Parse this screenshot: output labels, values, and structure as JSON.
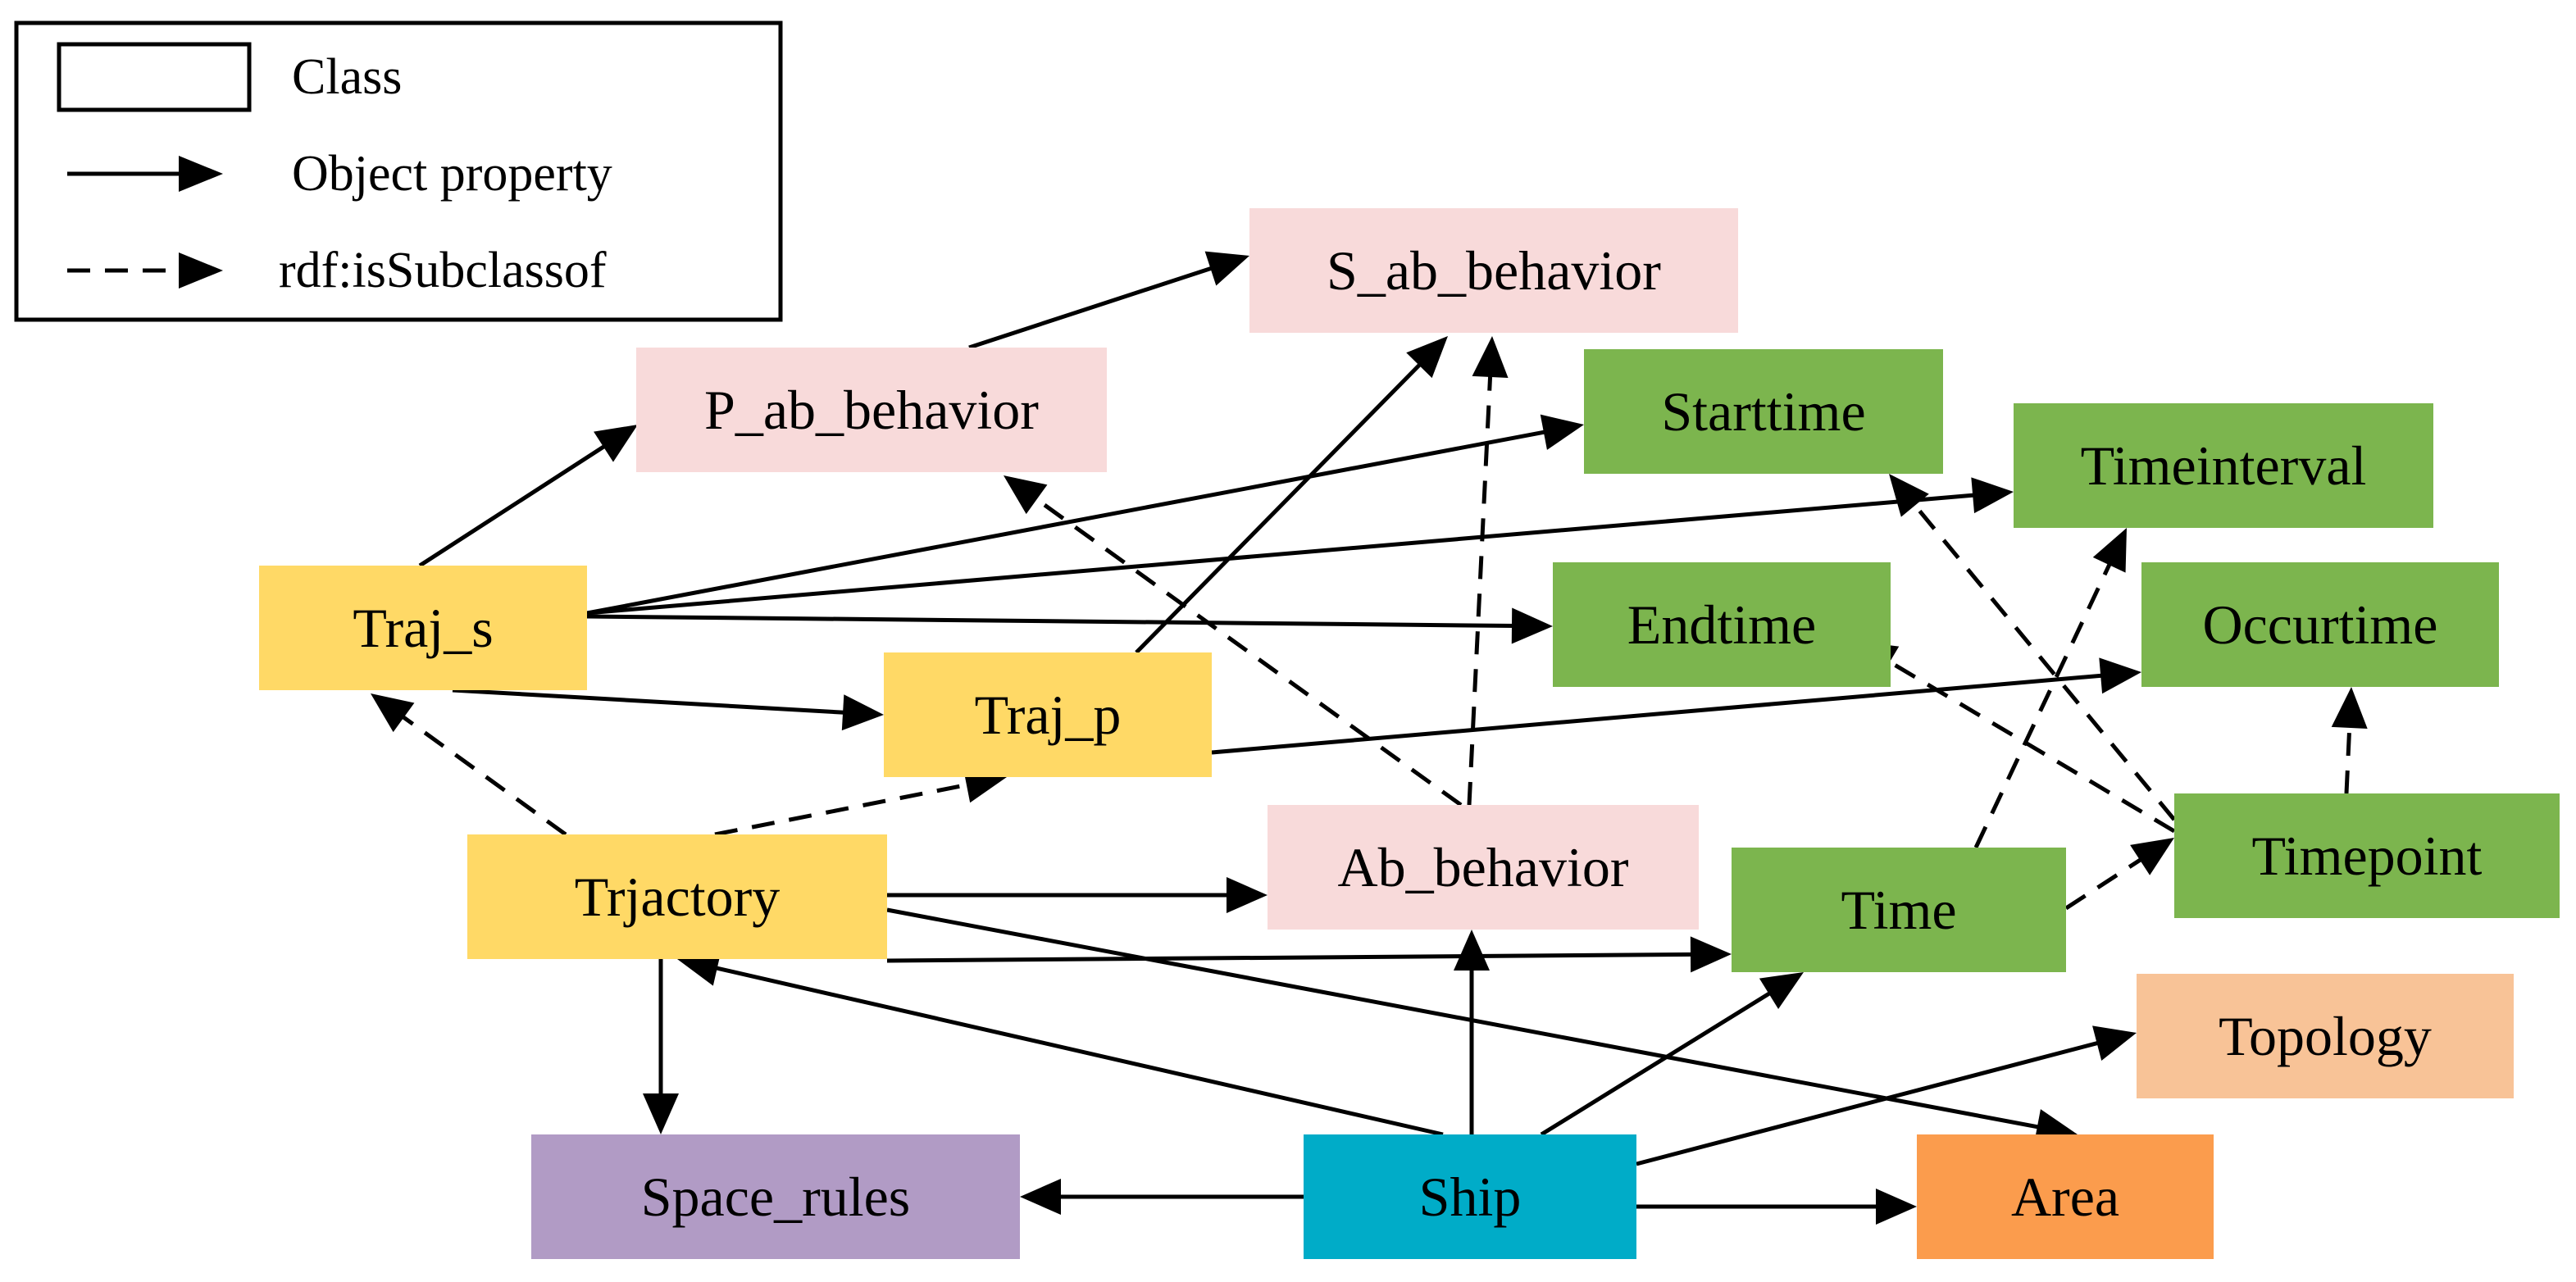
{
  "legend": {
    "items": [
      {
        "symbol": "box",
        "label": "Class"
      },
      {
        "symbol": "solid-arrow",
        "label": "Object property"
      },
      {
        "symbol": "dashed-arrow",
        "label": "rdf:isSubclassof"
      }
    ]
  },
  "colors": {
    "behavior_pink": "#F8DADA",
    "trajectory_yellow": "#FFD966",
    "time_green": "#7CB54E",
    "topology_peach": "#F8C397",
    "area_orange": "#FB9C4D",
    "ship_teal": "#00ACC8",
    "space_rules_purple": "#B19BC5"
  },
  "nodes": [
    {
      "id": "s_ab_behavior",
      "label": "S_ab_behavior",
      "color": "#F8DADA"
    },
    {
      "id": "p_ab_behavior",
      "label": "P_ab_behavior",
      "color": "#F8DADA"
    },
    {
      "id": "starttime",
      "label": "Starttime",
      "color": "#7CB54E"
    },
    {
      "id": "timeinterval",
      "label": "Timeinterval",
      "color": "#7CB54E"
    },
    {
      "id": "traj_s",
      "label": "Traj_s",
      "color": "#FFD966"
    },
    {
      "id": "endtime",
      "label": "Endtime",
      "color": "#7CB54E"
    },
    {
      "id": "occurtime",
      "label": "Occurtime",
      "color": "#7CB54E"
    },
    {
      "id": "traj_p",
      "label": "Traj_p",
      "color": "#FFD966"
    },
    {
      "id": "timepoint",
      "label": "Timepoint",
      "color": "#7CB54E"
    },
    {
      "id": "trjactory",
      "label": "Trjactory",
      "color": "#FFD966"
    },
    {
      "id": "ab_behavior",
      "label": "Ab_behavior",
      "color": "#F8DADA"
    },
    {
      "id": "time",
      "label": "Time",
      "color": "#7CB54E"
    },
    {
      "id": "topology",
      "label": "Topology",
      "color": "#F8C397"
    },
    {
      "id": "space_rules",
      "label": "Space_rules",
      "color": "#B19BC5"
    },
    {
      "id": "ship",
      "label": "Ship",
      "color": "#00ACC8"
    },
    {
      "id": "area",
      "label": "Area",
      "color": "#FB9C4D"
    }
  ],
  "edges": [
    {
      "from": "traj_s",
      "to": "p_ab_behavior",
      "style": "solid"
    },
    {
      "from": "p_ab_behavior",
      "to": "s_ab_behavior",
      "style": "solid"
    },
    {
      "from": "traj_s",
      "to": "starttime",
      "style": "solid"
    },
    {
      "from": "traj_s",
      "to": "timeinterval",
      "style": "solid"
    },
    {
      "from": "traj_s",
      "to": "endtime",
      "style": "solid"
    },
    {
      "from": "traj_s",
      "to": "traj_p",
      "style": "solid"
    },
    {
      "from": "traj_p",
      "to": "s_ab_behavior",
      "style": "solid"
    },
    {
      "from": "traj_p",
      "to": "occurtime",
      "style": "solid"
    },
    {
      "from": "trjactory",
      "to": "traj_s",
      "style": "dashed"
    },
    {
      "from": "trjactory",
      "to": "traj_p",
      "style": "dashed"
    },
    {
      "from": "ab_behavior",
      "to": "p_ab_behavior",
      "style": "dashed"
    },
    {
      "from": "ab_behavior",
      "to": "s_ab_behavior",
      "style": "dashed"
    },
    {
      "from": "trjactory",
      "to": "ab_behavior",
      "style": "solid"
    },
    {
      "from": "trjactory",
      "to": "time",
      "style": "solid"
    },
    {
      "from": "trjactory",
      "to": "area",
      "style": "solid"
    },
    {
      "from": "trjactory",
      "to": "space_rules",
      "style": "solid"
    },
    {
      "from": "time",
      "to": "timeinterval",
      "style": "dashed"
    },
    {
      "from": "time",
      "to": "timepoint",
      "style": "dashed"
    },
    {
      "from": "timepoint",
      "to": "starttime",
      "style": "dashed"
    },
    {
      "from": "timepoint",
      "to": "endtime",
      "style": "dashed"
    },
    {
      "from": "timepoint",
      "to": "occurtime",
      "style": "dashed"
    },
    {
      "from": "ship",
      "to": "trjactory",
      "style": "solid"
    },
    {
      "from": "ship",
      "to": "ab_behavior",
      "style": "solid"
    },
    {
      "from": "ship",
      "to": "time",
      "style": "solid"
    },
    {
      "from": "ship",
      "to": "topology",
      "style": "solid"
    },
    {
      "from": "ship",
      "to": "space_rules",
      "style": "solid"
    },
    {
      "from": "ship",
      "to": "area",
      "style": "solid"
    }
  ]
}
